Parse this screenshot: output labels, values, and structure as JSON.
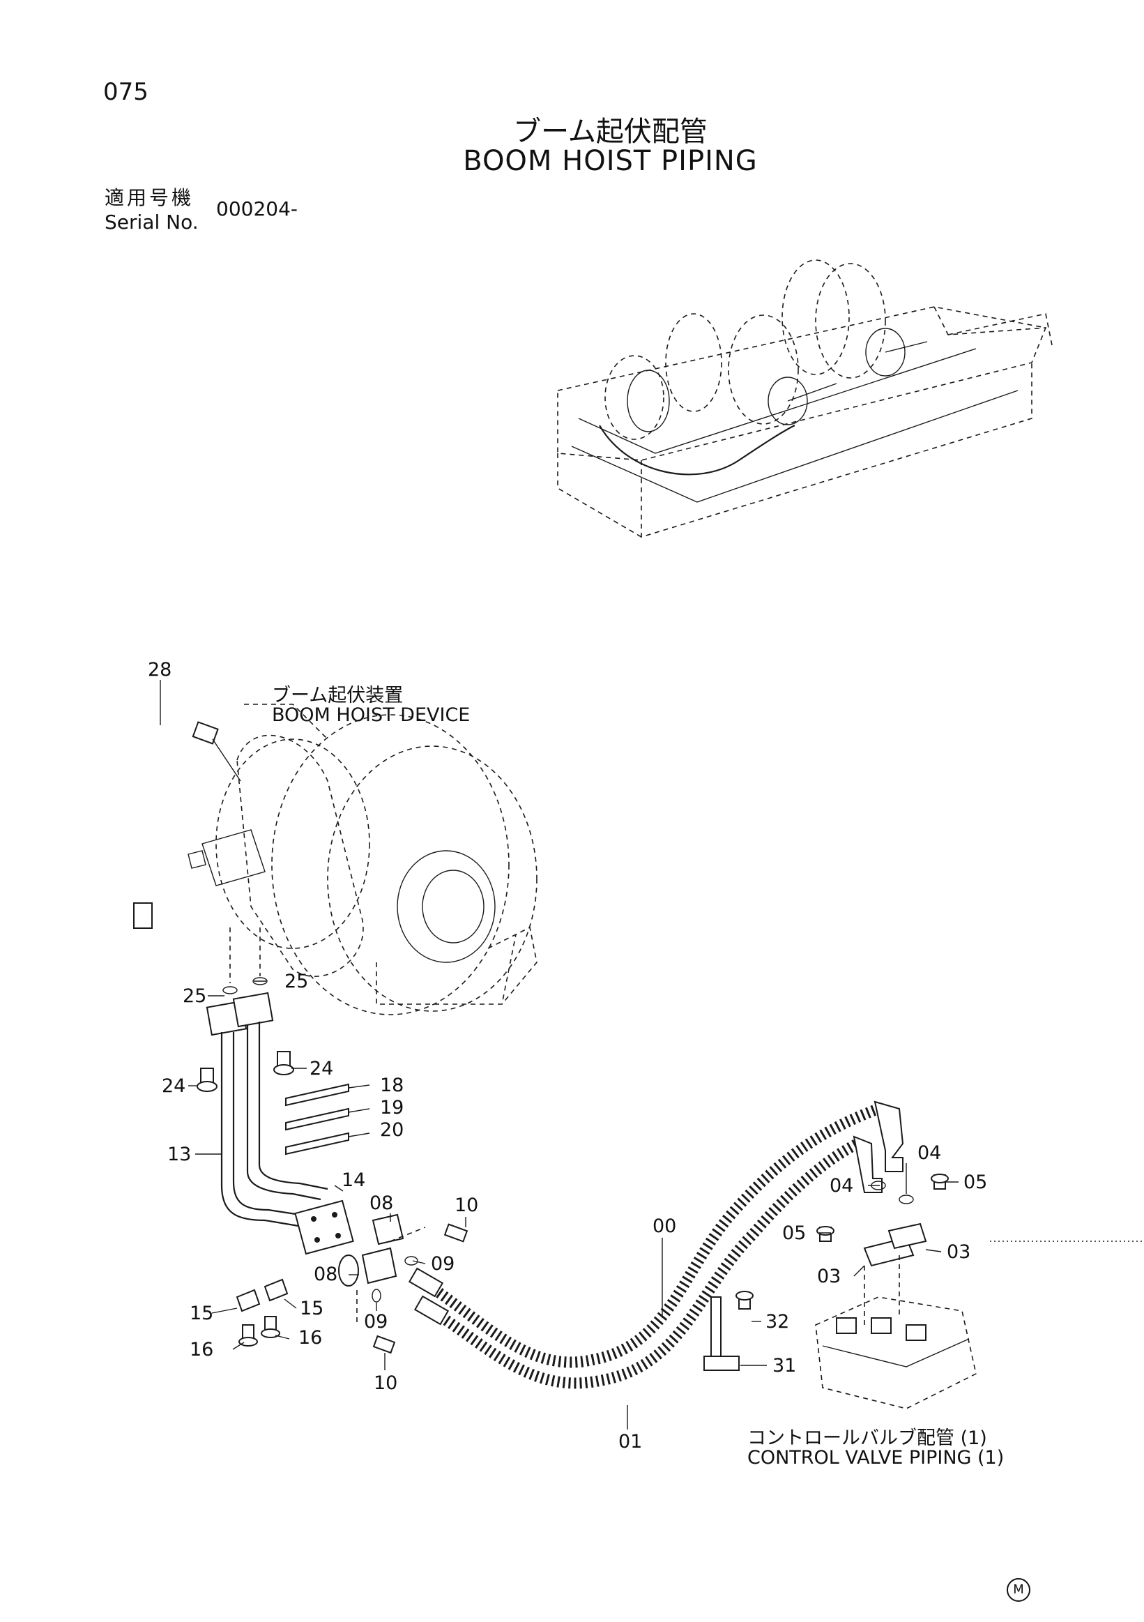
{
  "header": {
    "page_number": "075",
    "title_jp": "ブーム起伏配管",
    "title_en": "BOOM HOIST PIPING",
    "serial_label_jp": "適用号機",
    "serial_label_en": "Serial No.",
    "serial_value": "000204-"
  },
  "captions": {
    "device_jp": "ブーム起伏装置",
    "device_en": "BOOM HOIST DEVICE",
    "valve_jp": "コントロールバルブ配管 (1)",
    "valve_en": "CONTROL VALVE PIPING (1)"
  },
  "callouts": {
    "c28": "28",
    "c25a": "25",
    "c25b": "25",
    "c24a": "24",
    "c24b": "24",
    "c18": "18",
    "c19": "19",
    "c20": "20",
    "c13": "13",
    "c14": "14",
    "c15a": "15",
    "c15b": "15",
    "c16a": "16",
    "c16b": "16",
    "c08a": "08",
    "c08b": "08",
    "c09a": "09",
    "c09b": "09",
    "c10a": "10",
    "c10b": "10",
    "c00": "00",
    "c01": "01",
    "c04a": "04",
    "c04b": "04",
    "c05a": "05",
    "c05b": "05",
    "c03a": "03",
    "c03b": "03",
    "c31": "31",
    "c32": "32"
  },
  "footer": {
    "mark": "M"
  }
}
